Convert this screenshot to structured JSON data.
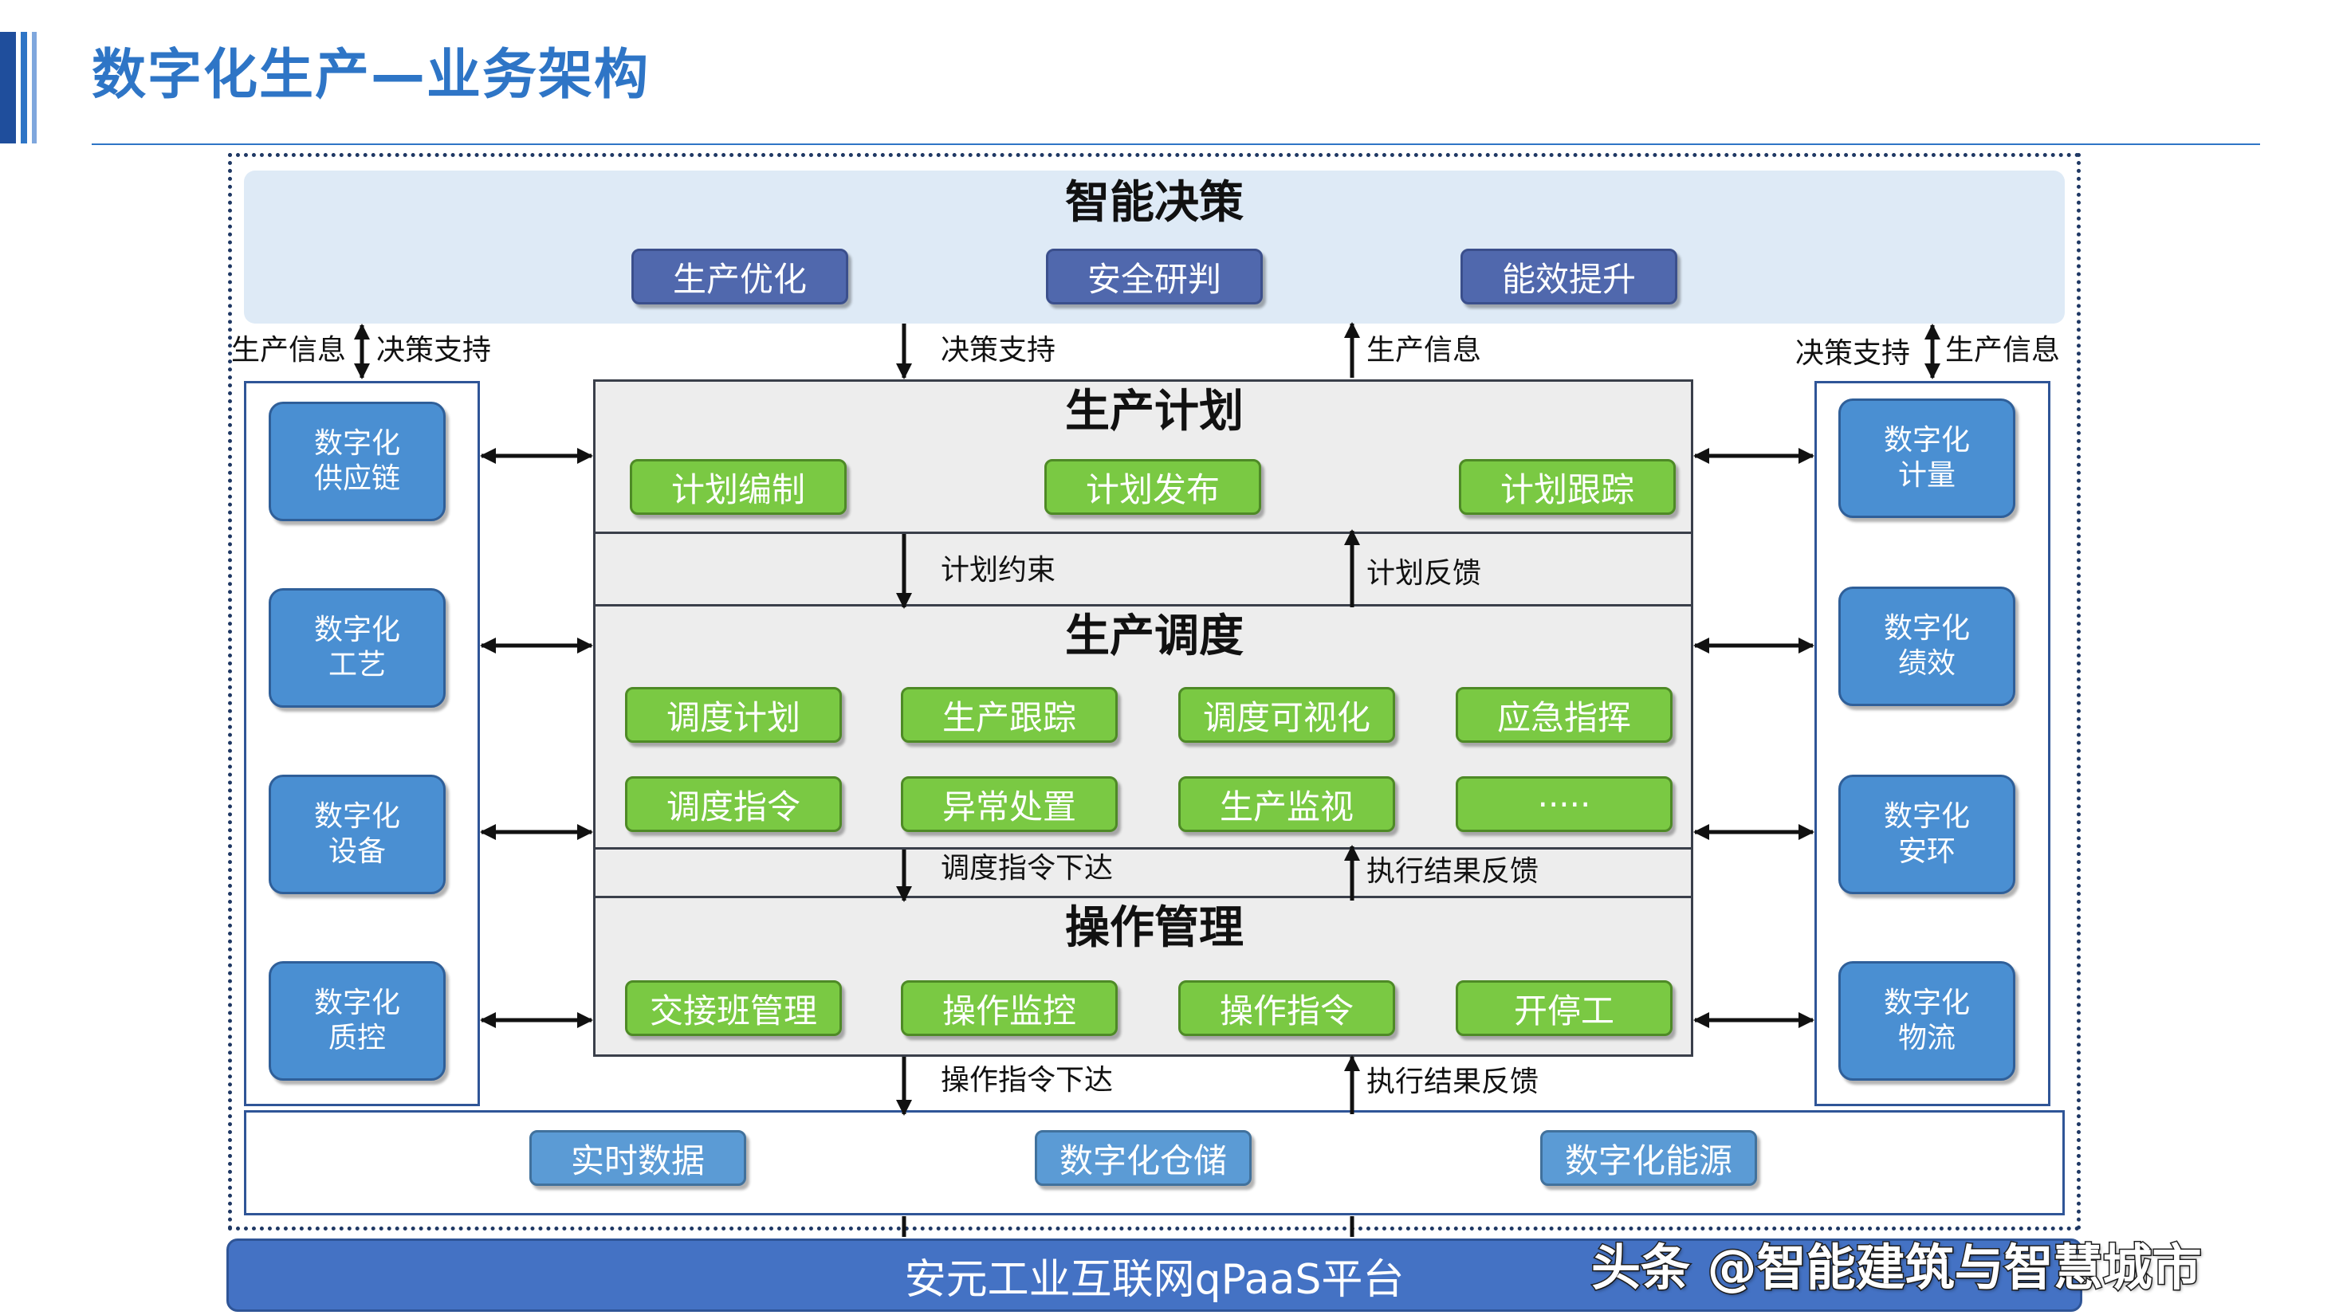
{
  "page": {
    "title": "数字化生产—业务架构",
    "accent_color": "#2e75c6"
  },
  "decision": {
    "title": "智能决策",
    "buttons": [
      "生产优化",
      "安全研判",
      "能效提升"
    ]
  },
  "plan": {
    "title": "生产计划",
    "buttons": [
      "计划编制",
      "计划发布",
      "计划跟踪"
    ]
  },
  "dispatch": {
    "title": "生产调度",
    "row1": [
      "调度计划",
      "生产跟踪",
      "调度可视化",
      "应急指挥"
    ],
    "row2": [
      "调度指令",
      "异常处置",
      "生产监视",
      "·····"
    ]
  },
  "operation": {
    "title": "操作管理",
    "buttons": [
      "交接班管理",
      "操作监控",
      "操作指令",
      "开停工"
    ]
  },
  "left_modules": [
    [
      "数字化",
      "供应链"
    ],
    [
      "数字化",
      "工艺"
    ],
    [
      "数字化",
      "设备"
    ],
    [
      "数字化",
      "质控"
    ]
  ],
  "right_modules": [
    [
      "数字化",
      "计量"
    ],
    [
      "数字化",
      "绩效"
    ],
    [
      "数字化",
      "安环"
    ],
    [
      "数字化",
      "物流"
    ]
  ],
  "flow_labels": {
    "left_top_info": "生产信息",
    "left_top_support": "决策支持",
    "center_down": "决策支持",
    "center_up": "生产信息",
    "right_top_support": "决策支持",
    "right_top_info": "生产信息",
    "plan_constraint": "计划约束",
    "plan_feedback": "计划反馈",
    "dispatch_down": "调度指令下达",
    "dispatch_up": "执行结果反馈",
    "operation_down": "操作指令下达",
    "operation_up": "执行结果反馈"
  },
  "data_layer": [
    "实时数据",
    "数字化仓储",
    "数字化能源"
  ],
  "platform": "安元工业互联网qPaaS平台",
  "watermark": "头条 @智能建筑与智慧城市"
}
